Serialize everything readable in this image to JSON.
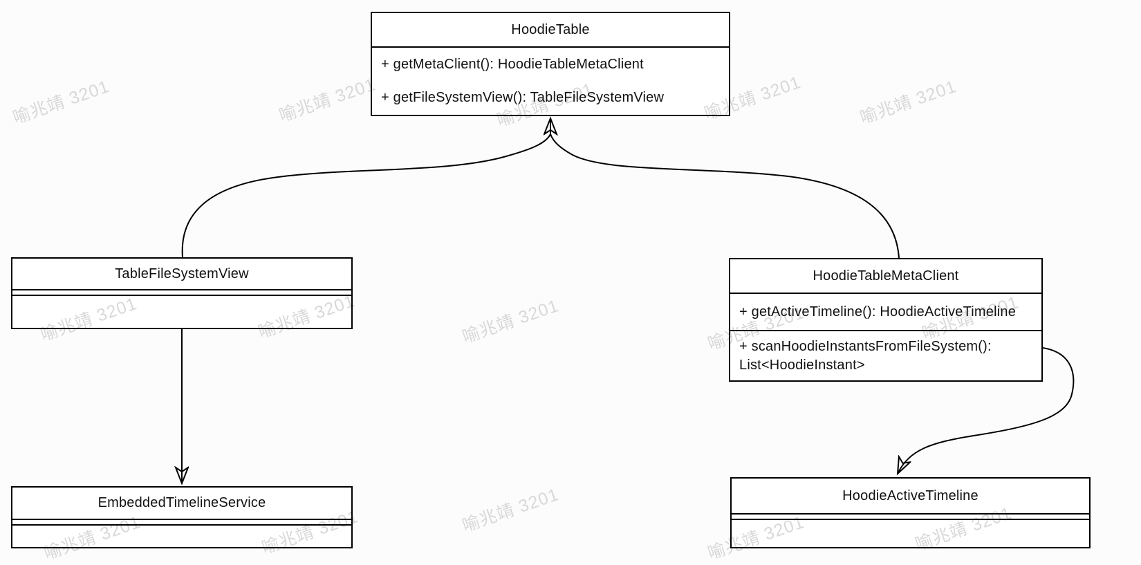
{
  "watermark": {
    "text": "喻兆靖 3201",
    "color": "#d8d8d8"
  },
  "colors": {
    "stroke": "#000000",
    "box_fill": "#ffffff",
    "background": "#fcfcfc"
  },
  "classes": [
    {
      "name": "HoodieTable",
      "methods": [
        "+ getMetaClient(): HoodieTableMetaClient",
        "+ getFileSystemView(): TableFileSystemView"
      ]
    },
    {
      "name": "TableFileSystemView",
      "methods": []
    },
    {
      "name": "HoodieTableMetaClient",
      "methods": [
        "+ getActiveTimeline(): HoodieActiveTimeline",
        "+ scanHoodieInstantsFromFileSystem(): List<HoodieInstant>"
      ]
    },
    {
      "name": "EmbeddedTimelineService",
      "methods": []
    },
    {
      "name": "HoodieActiveTimeline",
      "methods": []
    }
  ],
  "edges": [
    {
      "from": "TableFileSystemView",
      "to": "HoodieTable",
      "style": "arrow"
    },
    {
      "from": "HoodieTableMetaClient",
      "to": "HoodieTable",
      "style": "arrow"
    },
    {
      "from": "TableFileSystemView",
      "to": "EmbeddedTimelineService",
      "style": "arrow"
    },
    {
      "from": "HoodieTableMetaClient",
      "to": "HoodieActiveTimeline",
      "style": "arrow"
    }
  ]
}
